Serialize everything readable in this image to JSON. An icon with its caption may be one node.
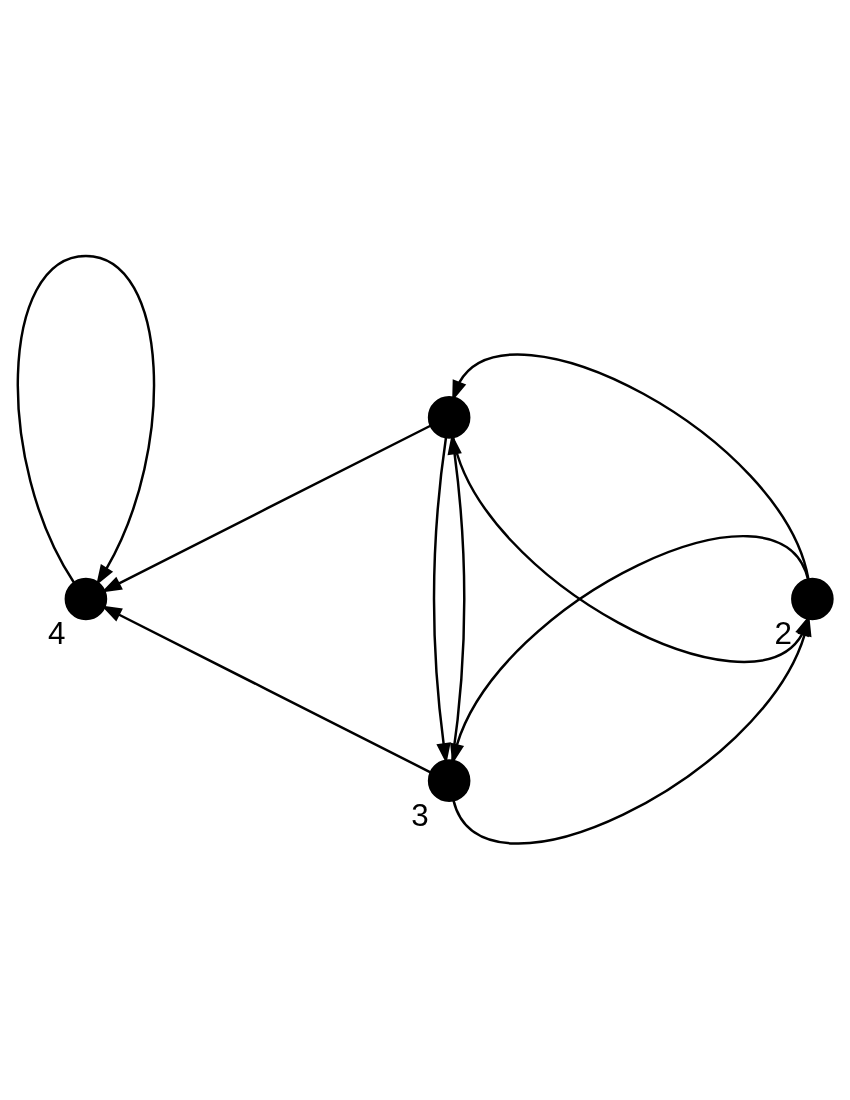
{
  "diagram": {
    "nodes": [
      {
        "text": [],
        "shape": "circle"
      },
      {
        "text": [],
        "shape": "circle",
        "beside": [
          "4"
        ]
      },
      {
        "text": [],
        "shape": "circle",
        "beside": [
          "2"
        ]
      },
      {
        "text": [],
        "shape": "circle",
        "beside": [
          "3"
        ]
      }
    ],
    "edges": [
      {
        "from": 0,
        "to": 1,
        "arrow": "to"
      },
      {
        "from": 1,
        "to": 1,
        "arrow": "to"
      },
      {
        "from": 3,
        "to": 1,
        "arrow": "to"
      },
      {
        "from": 3,
        "to": 0,
        "arrow": "to"
      },
      {
        "from": 0,
        "to": 3,
        "arrow": "to"
      },
      {
        "from": 0,
        "to": 2,
        "arrow": "to"
      },
      {
        "from": 2,
        "to": 0,
        "arrow": "to"
      },
      {
        "from": 2,
        "to": 3,
        "arrow": "to"
      },
      {
        "from": 3,
        "to": 2,
        "arrow": "to"
      }
    ]
  }
}
